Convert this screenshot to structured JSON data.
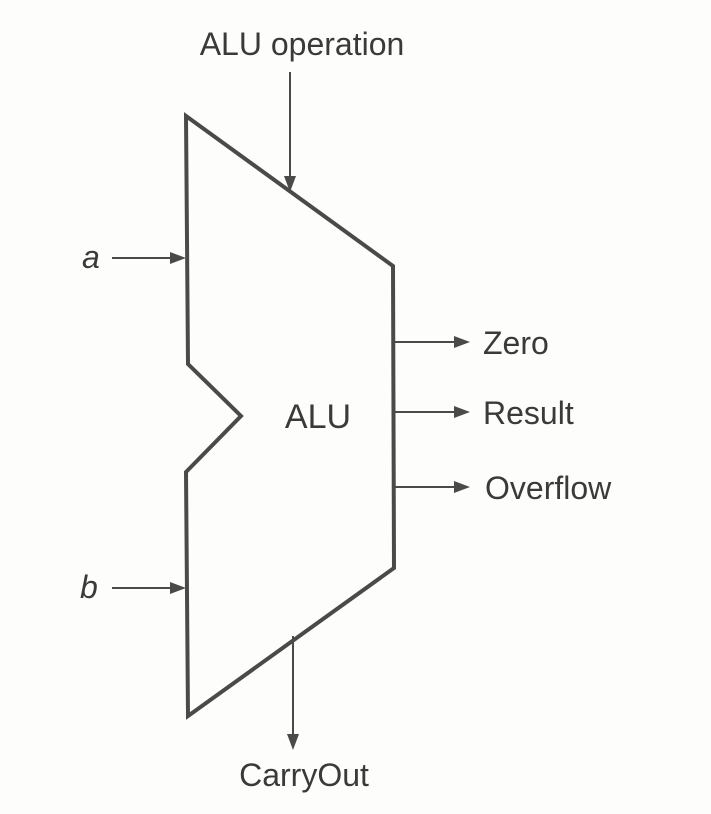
{
  "diagram": {
    "block_label": "ALU",
    "control_input": "ALU operation",
    "inputs": {
      "a": "a",
      "b": "b"
    },
    "outputs": {
      "zero": "Zero",
      "result": "Result",
      "overflow": "Overflow",
      "carry_out": "CarryOut"
    }
  }
}
